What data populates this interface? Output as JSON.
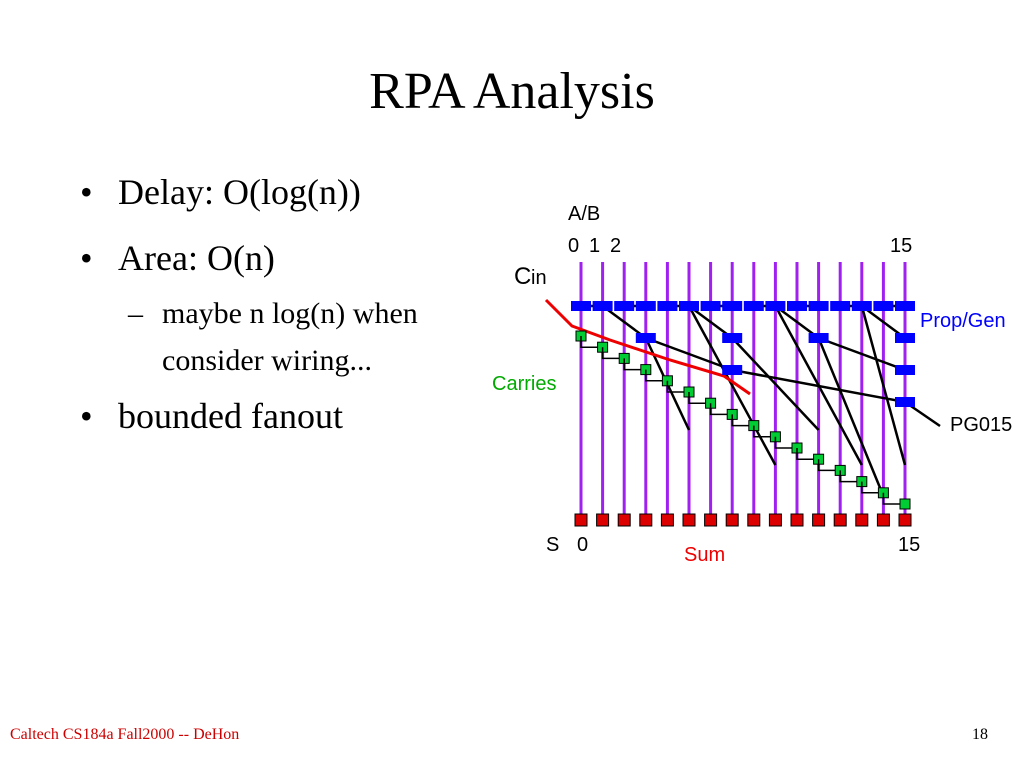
{
  "slide": {
    "title": "RPA Analysis",
    "bullets": [
      {
        "text": "Delay: O(log(n))"
      },
      {
        "text": "Area: O(n)",
        "sub": [
          "maybe n log(n) when consider wiring..."
        ]
      },
      {
        "text": "bounded fanout"
      }
    ],
    "bullet_glyph": "•",
    "dash_glyph": "–"
  },
  "diagram": {
    "labels": {
      "ab": "A/B",
      "idx0": "0",
      "idx1": "1",
      "idx2": "2",
      "idx15": "15",
      "cin_c": "C",
      "cin_in": "in",
      "propgen": "Prop/Gen",
      "carries": "Carries",
      "pg015": "PG015",
      "s": "S",
      "s0": "0",
      "s15": "15",
      "sum": "Sum"
    },
    "colors": {
      "wire": "#a020f0",
      "prop": "#0000ff",
      "carry": "#00cc33",
      "sum": "#dd0000",
      "cin": "#ee0000",
      "propgen_label": "#0000ff",
      "carries_label": "#00aa00",
      "sum_label": "#ee0000",
      "link": "#000000"
    },
    "bits": 16
  },
  "footer": {
    "course": "Caltech CS184a Fall2000 -- DeHon",
    "page": "18"
  }
}
